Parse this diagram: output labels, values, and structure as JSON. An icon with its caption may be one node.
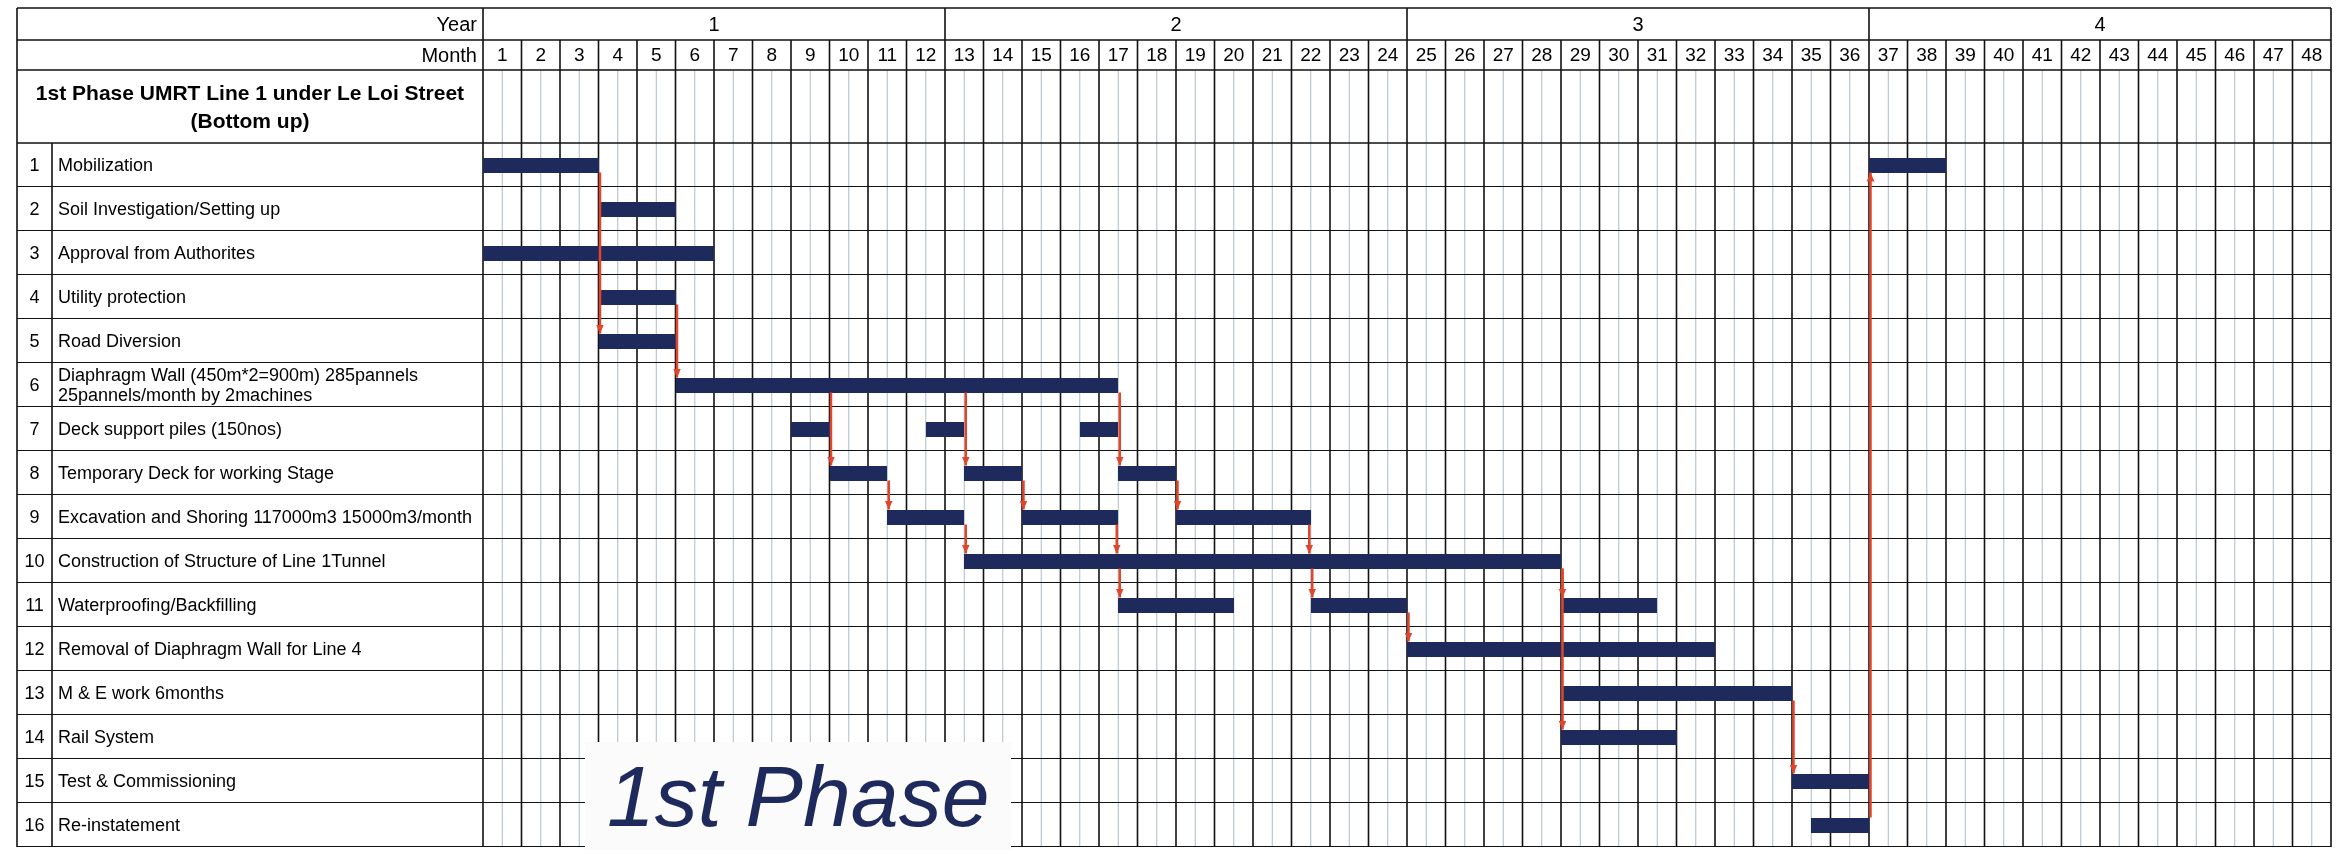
{
  "diagram": {
    "nodes": [
      {
        "text": [
          "1",
          "Mobilization"
        ]
      },
      {
        "text": [],
        "shape": "bar",
        "in": 0
      },
      {
        "text": [],
        "shape": "bar",
        "in": 0
      },
      {
        "text": [
          "2",
          "Soil Investigation/Setting up"
        ]
      },
      {
        "text": [],
        "shape": "bar",
        "in": 3
      },
      {
        "text": [
          "3",
          "Approval from Authorites"
        ]
      },
      {
        "text": [],
        "shape": "bar",
        "in": 5
      },
      {
        "text": [
          "4",
          "Utility protection"
        ]
      },
      {
        "text": [],
        "shape": "bar",
        "in": 7
      },
      {
        "text": [
          "5",
          "Road Diversion"
        ]
      },
      {
        "text": [],
        "shape": "bar",
        "in": 9
      },
      {
        "text": [
          "6",
          "Diaphragm Wall (450m*2=900m) 285pannels 25pannels/month by 2machines"
        ]
      },
      {
        "text": [],
        "shape": "bar",
        "in": 11
      },
      {
        "text": [
          "7",
          "Deck support piles (150nos)"
        ]
      },
      {
        "text": [],
        "shape": "bar",
        "in": 13
      },
      {
        "text": [],
        "shape": "bar",
        "in": 13
      },
      {
        "text": [],
        "shape": "bar",
        "in": 13
      },
      {
        "text": [
          "8",
          "Temporary Deck for working Stage"
        ]
      },
      {
        "text": [],
        "shape": "bar",
        "in": 17
      },
      {
        "text": [],
        "shape": "bar",
        "in": 17
      },
      {
        "text": [],
        "shape": "bar",
        "in": 17
      },
      {
        "text": [
          "9",
          "Excavation and Shoring 117000m3 15000m3/month"
        ]
      },
      {
        "text": [],
        "shape": "bar",
        "in": 21
      },
      {
        "text": [],
        "shape": "bar",
        "in": 21
      },
      {
        "text": [],
        "shape": "bar",
        "in": 21
      },
      {
        "text": [
          "10",
          "Construction of Structure of Line 1Tunnel"
        ]
      },
      {
        "text": [],
        "shape": "bar",
        "in": 25
      },
      {
        "text": [
          "11",
          "Waterproofing/Backfilling"
        ]
      },
      {
        "text": [],
        "shape": "bar",
        "in": 27
      },
      {
        "text": [],
        "shape": "bar",
        "in": 27
      },
      {
        "text": [],
        "shape": "bar",
        "in": 27
      },
      {
        "text": [
          "12",
          "Removal of Diaphragm Wall for Line 4"
        ]
      },
      {
        "text": [],
        "shape": "bar",
        "in": 31
      },
      {
        "text": [
          "13",
          "M & E work  6months"
        ]
      },
      {
        "text": [],
        "shape": "bar",
        "in": 33
      },
      {
        "text": [
          "14",
          "Rail System"
        ]
      },
      {
        "text": [],
        "shape": "bar",
        "in": 35
      },
      {
        "text": [
          "15",
          "Test & Commissioning"
        ]
      },
      {
        "text": [],
        "shape": "bar",
        "in": 37
      },
      {
        "text": [
          "16",
          "Re-instatement"
        ]
      },
      {
        "text": [],
        "shape": "bar",
        "in": 39
      }
    ],
    "edges": [
      {
        "from": 1,
        "to": 10,
        "arrow": "to"
      },
      {
        "from": 8,
        "to": 12,
        "arrow": "to"
      },
      {
        "from": 12,
        "to": 18,
        "arrow": "to"
      },
      {
        "from": 18,
        "to": 22,
        "arrow": "to"
      },
      {
        "from": 12,
        "to": 19,
        "arrow": "to"
      },
      {
        "from": 19,
        "to": 23,
        "arrow": "to"
      },
      {
        "from": 22,
        "to": 26,
        "arrow": "to"
      },
      {
        "from": 12,
        "to": 20,
        "arrow": "to"
      },
      {
        "from": 23,
        "to": 26,
        "arrow": "to"
      },
      {
        "from": 26,
        "to": 28,
        "arrow": "to"
      },
      {
        "from": 20,
        "to": 24,
        "arrow": "to"
      },
      {
        "from": 24,
        "to": 26,
        "arrow": "to"
      },
      {
        "from": 26,
        "to": 29,
        "arrow": "to"
      },
      {
        "from": 29,
        "to": 32,
        "arrow": "to"
      },
      {
        "from": 26,
        "to": 30,
        "arrow": "to"
      },
      {
        "from": 26,
        "to": 36,
        "arrow": "to"
      },
      {
        "from": 34,
        "to": 38,
        "arrow": "to"
      },
      {
        "from": 40,
        "to": 2,
        "arrow": "to"
      }
    ],
    "labels": [
      "Year",
      "1",
      "2",
      "3",
      "4",
      "Month",
      "1",
      "2",
      "3",
      "4",
      "5",
      "6",
      "7",
      "8",
      "9",
      "10",
      "11",
      "12",
      "13",
      "14",
      "15",
      "16",
      "17",
      "18",
      "19",
      "20",
      "21",
      "22",
      "23",
      "24",
      "25",
      "26",
      "27",
      "28",
      "29",
      "30",
      "31",
      "32",
      "33",
      "34",
      "35",
      "36",
      "37",
      "38",
      "39",
      "40",
      "41",
      "42",
      "43",
      "44",
      "45",
      "46",
      "47",
      "48",
      "1st Phase UMRT Line 1 under Le Loi Street (Bottom up)",
      "1st Phase"
    ]
  }
}
